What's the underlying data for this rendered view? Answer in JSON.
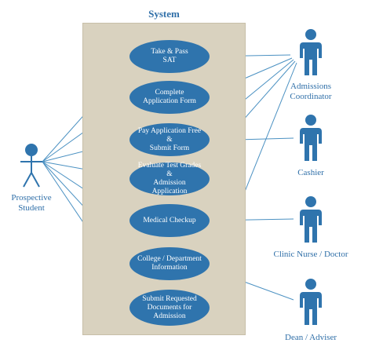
{
  "system": {
    "title": "System"
  },
  "use_cases": [
    {
      "id": "uc1",
      "label": "Take & Pass\nSAT"
    },
    {
      "id": "uc2",
      "label": "Complete\nApplication Form"
    },
    {
      "id": "uc3",
      "label": "Pay Application Free &\nSubmit Form"
    },
    {
      "id": "uc4",
      "label": "Evaluate Test Grades &\nAdmission Application"
    },
    {
      "id": "uc5",
      "label": "Medical Checkup"
    },
    {
      "id": "uc6",
      "label": "College / Department\nInformation"
    },
    {
      "id": "uc7",
      "label": "Submit Requested\nDocuments for\nAdmission"
    }
  ],
  "actors": [
    {
      "id": "student",
      "label": "Prospective\nStudent"
    },
    {
      "id": "coordinator",
      "label": "Admissions\nCoordinator"
    },
    {
      "id": "cashier",
      "label": "Cashier"
    },
    {
      "id": "nurse",
      "label": "Clinic Nurse / Doctor"
    },
    {
      "id": "dean",
      "label": "Dean / Adviser"
    }
  ],
  "colors": {
    "usecase_fill": "#2f74ad",
    "actor_fill": "#2f74ad",
    "system_fill": "#d9d2bf",
    "line": "#4b91c2",
    "label": "#2f6fa8"
  }
}
